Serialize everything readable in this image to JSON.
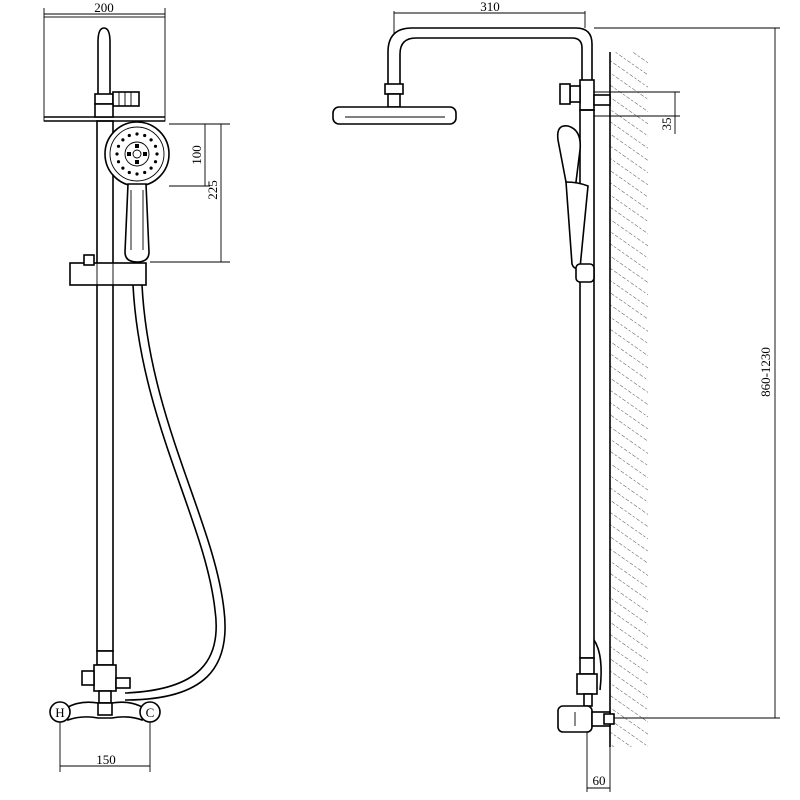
{
  "drawing": {
    "front_view": {
      "dim_head_width": "200",
      "dim_hand_shower_dia": "100",
      "dim_hand_shower_height": "225",
      "dim_valve_centers": "150",
      "valve_hot_mark": "H",
      "valve_cold_mark": "C"
    },
    "side_view": {
      "dim_arm_projection": "310",
      "dim_bracket_height": "35",
      "dim_height_range": "860-1230",
      "dim_wall_offset": "60"
    }
  },
  "colors": {
    "line": "#000000",
    "background": "#ffffff"
  }
}
